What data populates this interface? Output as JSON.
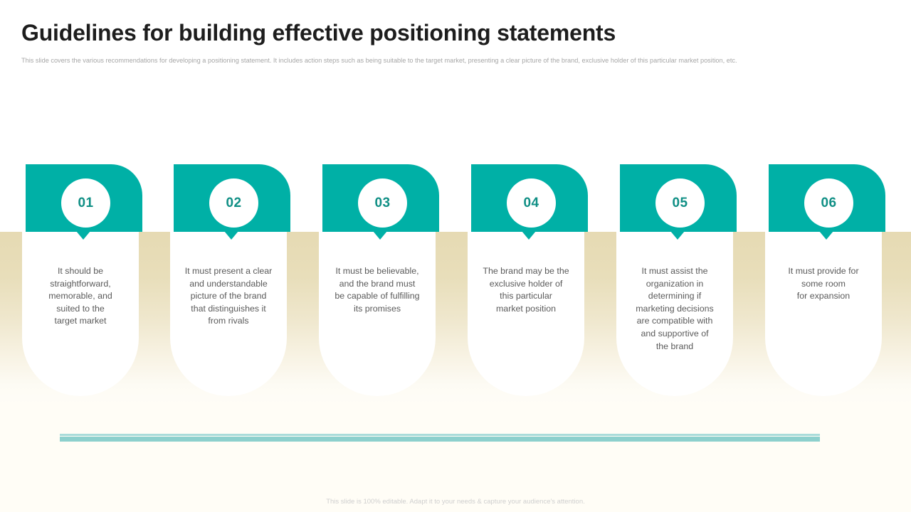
{
  "slide": {
    "title": "Guidelines for building effective positioning statements",
    "subtitle": "This slide covers the various recommendations for developing a positioning statement. It includes action steps such as being suitable to the target market, presenting a clear picture of the brand, exclusive holder of this particular market position, etc.",
    "footer_note": "This slide is 100% editable. Adapt it to your needs & capture your audience's attention."
  },
  "theme": {
    "accent_teal": "#00b0a6",
    "number_teal": "#108f85",
    "bar_light": "#a9dcda",
    "bar_dark": "#8dd0cd",
    "band_beige": "#e6dab3",
    "body_text": "#5a5a5a",
    "title_text": "#1d1d1d",
    "subtitle_text": "#a6a6a6"
  },
  "cards": [
    {
      "number": "01",
      "text": "It should be\nstraightforward,\nmemorable, and\nsuited to the\ntarget market"
    },
    {
      "number": "02",
      "text": "It must present a clear\nand understandable\npicture of the brand\nthat distinguishes it\nfrom rivals"
    },
    {
      "number": "03",
      "text": "It must be believable,\nand the brand must\nbe capable of fulfilling\nits promises"
    },
    {
      "number": "04",
      "text": "The brand may be the\nexclusive holder of\nthis particular\nmarket position"
    },
    {
      "number": "05",
      "text": "It must assist the\norganization in\ndetermining if\nmarketing decisions\nare compatible with\nand supportive of\nthe brand"
    },
    {
      "number": "06",
      "text": "It must provide for\nsome room\nfor expansion"
    }
  ]
}
